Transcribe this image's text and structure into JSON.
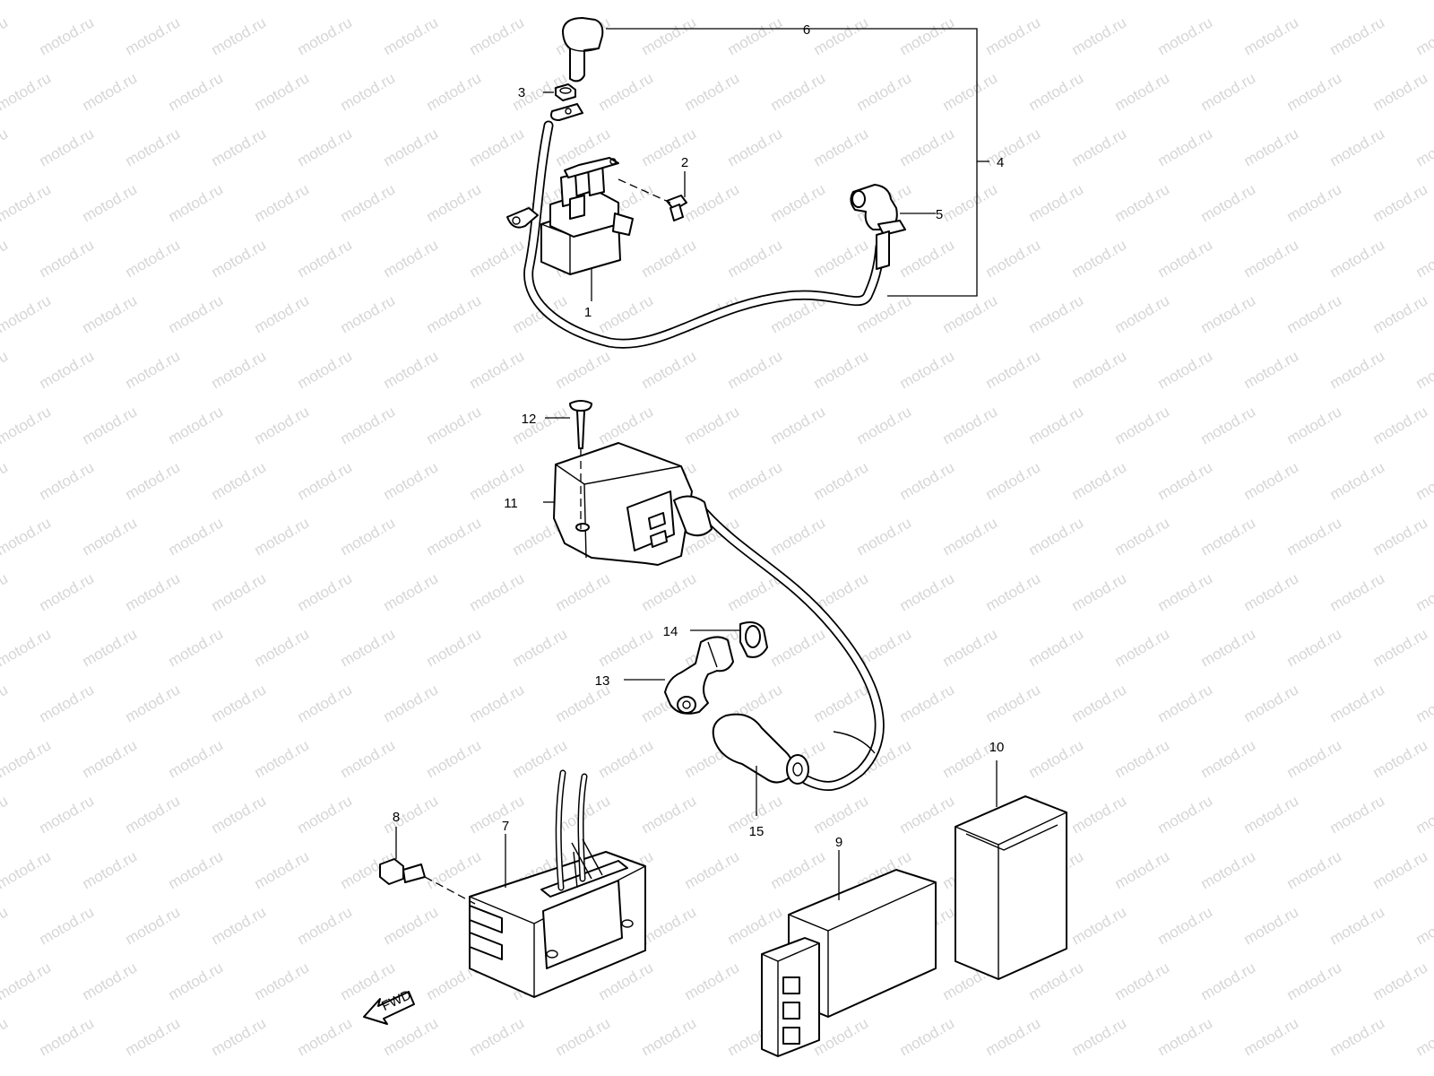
{
  "watermark": "motod.ru",
  "callouts": {
    "c1": "1",
    "c2": "2",
    "c3": "3",
    "c4": "4",
    "c5": "5",
    "c6": "6",
    "c7": "7",
    "c8": "8",
    "c9": "9",
    "c10": "10",
    "c11": "11",
    "c12": "12",
    "c13": "13",
    "c14": "14",
    "c15": "15"
  },
  "fwd_label": "FWD",
  "colors": {
    "line": "#000000",
    "background": "#ffffff",
    "watermark": "#d6d6d6"
  }
}
